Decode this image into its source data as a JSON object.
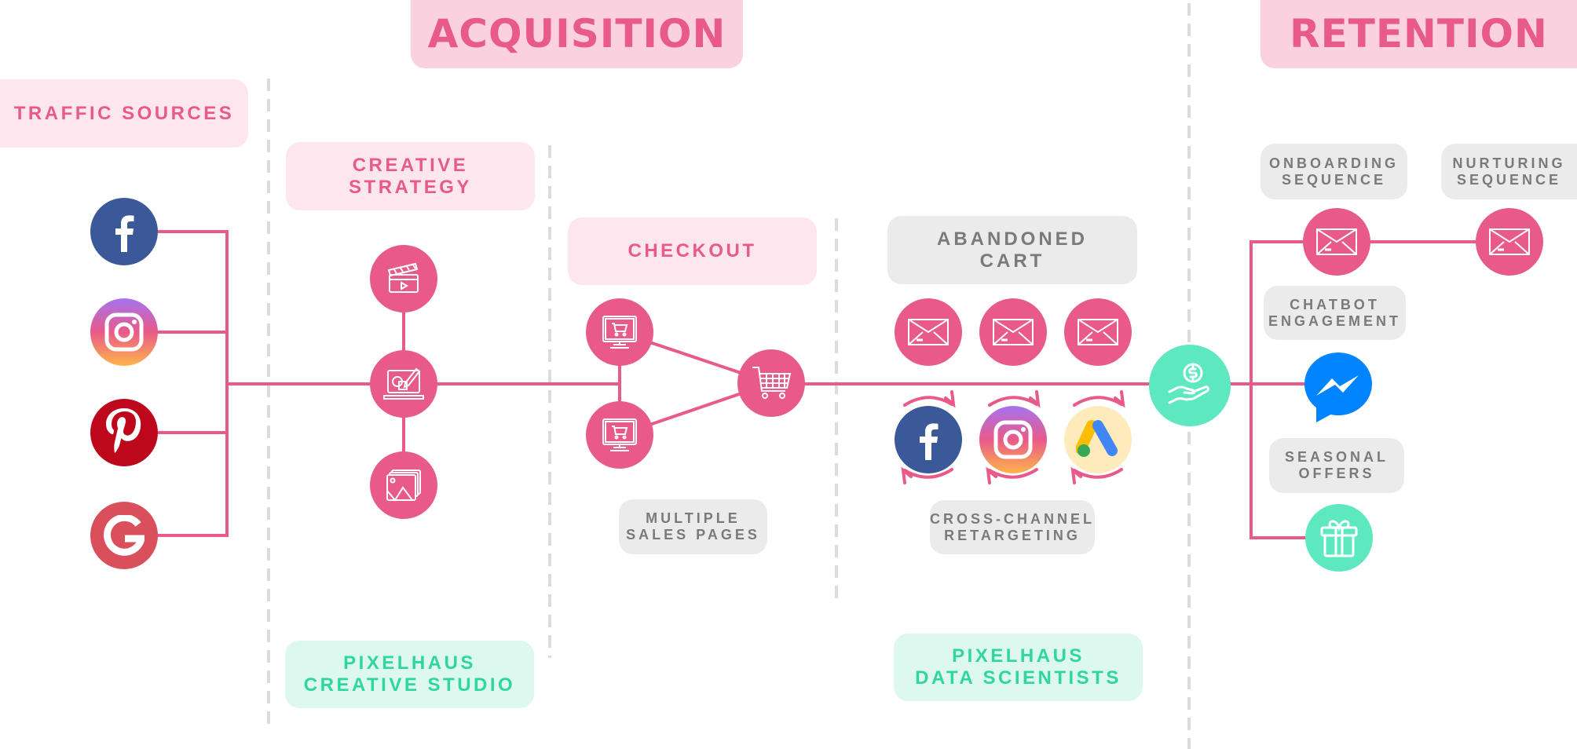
{
  "stages": {
    "acquisition": "ACQUISITION",
    "retention": "RETENTION"
  },
  "sections": {
    "traffic_sources": "TRAFFIC SOURCES",
    "creative_strategy": "CREATIVE\nSTRATEGY",
    "checkout": "CHECKOUT",
    "abandoned_cart": "ABANDONED\nCART"
  },
  "sublabels": {
    "multiple_sales_pages": "MULTIPLE\nSALES PAGES",
    "cross_channel_retargeting": "CROSS-CHANNEL\nRETARGETING",
    "onboarding_sequence": "ONBOARDING\nSEQUENCE",
    "nurturing_sequence": "NURTURING\nSEQUENCE",
    "chatbot_engagement": "CHATBOT\nENGAGEMENT",
    "seasonal_offers": "SEASONAL\nOFFERS"
  },
  "providers": {
    "creative_studio": "PIXELHAUS\nCREATIVE STUDIO",
    "data_scientists": "PIXELHAUS\nDATA SCIENTISTS"
  },
  "traffic_sources": [
    {
      "name": "Facebook",
      "icon": "facebook-icon",
      "glyph": "f"
    },
    {
      "name": "Instagram",
      "icon": "instagram-icon"
    },
    {
      "name": "Pinterest",
      "icon": "pinterest-icon",
      "glyph": "p"
    },
    {
      "name": "Google",
      "icon": "google-icon",
      "glyph": "G"
    }
  ],
  "creative_nodes": [
    "video-clapperboard-icon",
    "laptop-design-icon",
    "image-gallery-icon"
  ],
  "checkout_nodes": [
    "sales-page-monitor-icon",
    "sales-page-monitor-icon",
    "shopping-cart-icon"
  ],
  "abandoned_cart_emails": 3,
  "retargeting_channels": [
    {
      "name": "Facebook",
      "icon": "facebook-icon",
      "glyph": "f"
    },
    {
      "name": "Instagram",
      "icon": "instagram-icon"
    },
    {
      "name": "Google Ads",
      "icon": "google-ads-icon"
    }
  ],
  "conversion_node": "money-hand-icon",
  "retention_nodes": [
    "onboarding-email-icon",
    "nurturing-email-icon",
    "messenger-icon",
    "gift-icon"
  ],
  "colors": {
    "pink": "#e85a8a",
    "pink_light": "#fde6ee",
    "pink_stage": "#fcd1df",
    "gray_box": "#ebebeb",
    "gray_text": "#7a7a7a",
    "green": "#5de8c0",
    "green_text": "#2fd6a0",
    "green_light": "#ddf8ef",
    "facebook": "#3b5998",
    "pinterest": "#bd081c",
    "google": "#d9505c",
    "messenger": "#0084ff",
    "dashed": "#dcdcdc"
  }
}
